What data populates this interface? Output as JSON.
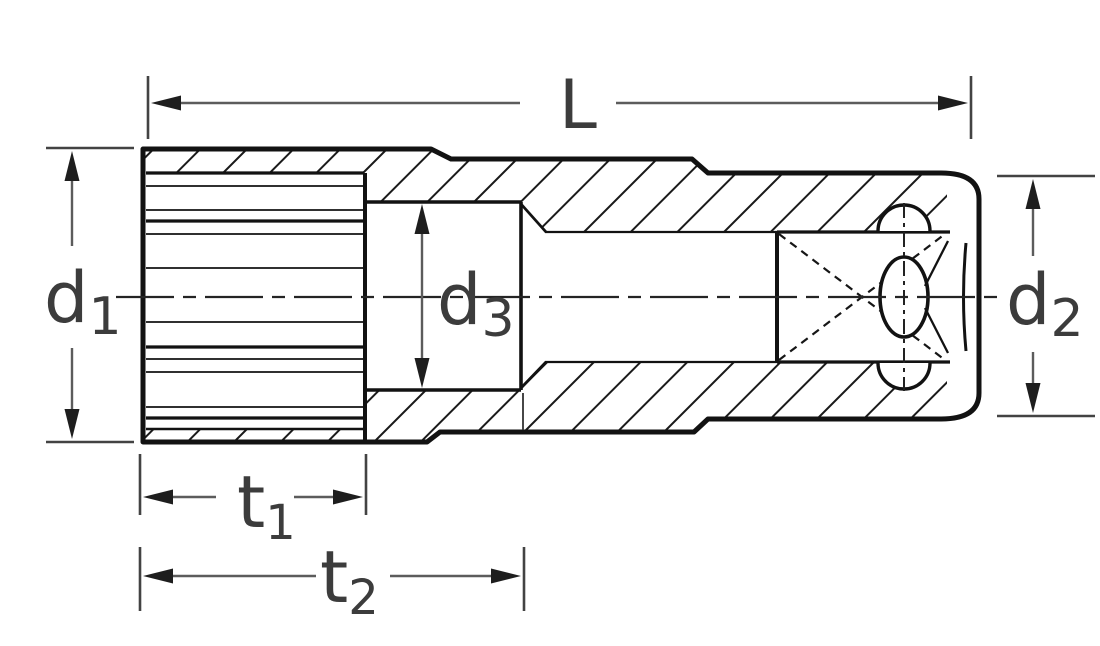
{
  "figure": {
    "kind": "technical line drawing",
    "subject": "socket cross-section with dimension callouts",
    "background": "#ffffff"
  },
  "colors": {
    "part_line": "#121212",
    "hatch_line": "#1a1a1a",
    "dimension_line": "#5c5c5c",
    "extension_tick": "#434343",
    "arrowhead": "#1e1e1e",
    "label_text": "#3c3c3c",
    "centerline": "#242424"
  },
  "dimension_labels": {
    "L": {
      "base": "L",
      "sub": ""
    },
    "d1": {
      "base": "d",
      "sub": "1"
    },
    "d3": {
      "base": "d",
      "sub": "3"
    },
    "d2": {
      "base": "d",
      "sub": "2"
    },
    "t1": {
      "base": "t",
      "sub": "1"
    },
    "t2": {
      "base": "t",
      "sub": "2"
    }
  }
}
